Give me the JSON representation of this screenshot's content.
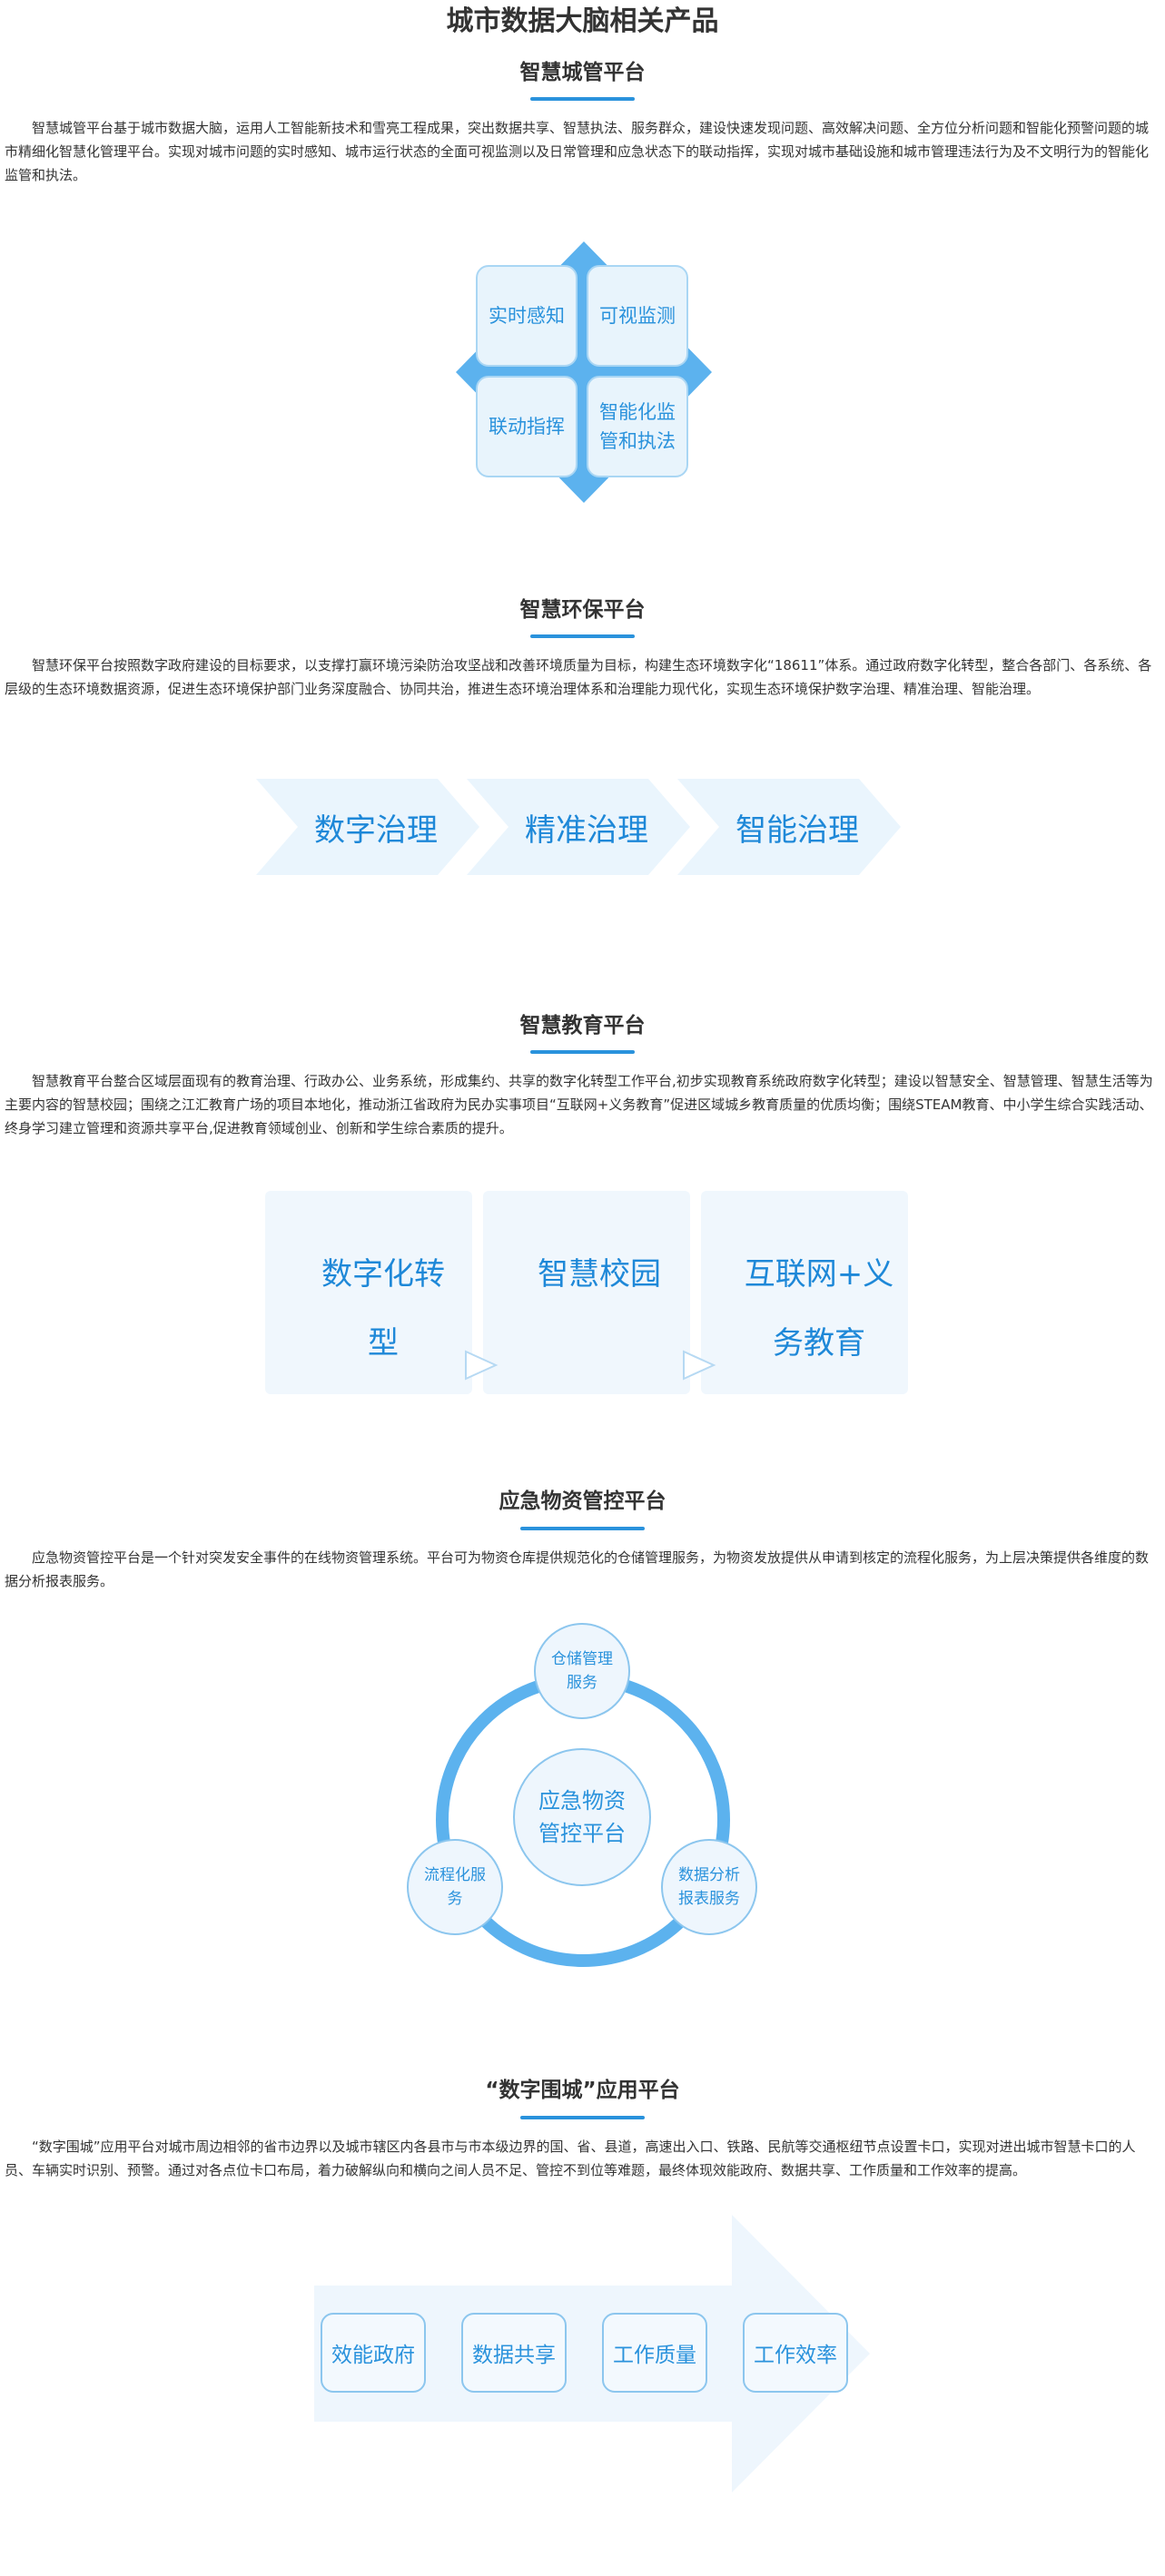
{
  "page_title": "城市数据大脑相关产品",
  "sections": [
    {
      "title": "智慧城管平台",
      "text": "智慧城管平台基于城市数据大脑，运用人工智能新技术和雪亮工程成果，突出数据共享、智慧执法、服务群众，建设快速发现问题、高效解决问题、全方位分析问题和智能化预警问题的城市精细化智慧化管理平台。实现对城市问题的实时感知、城市运行状态的全面可视监测以及日常管理和应急状态下的联动指挥，实现对城市基础设施和城市管理违法行为及不文明行为的智能化监管和执法。",
      "items": [
        "实时感知",
        "可视监测",
        "联动指挥",
        "智能化监管和执法"
      ]
    },
    {
      "title": "智慧环保平台",
      "text": "智慧环保平台按照数字政府建设的目标要求，以支撑打赢环境污染防治攻坚战和改善环境质量为目标，构建生态环境数字化“18611”体系。通过政府数字化转型，整合各部门、各系统、各层级的生态环境数据资源，促进生态环境保护部门业务深度融合、协同共治，推进生态环境治理体系和治理能力现代化，实现生态环境保护数字治理、精准治理、智能治理。",
      "items": [
        "数字治理",
        "精准治理",
        "智能治理"
      ]
    },
    {
      "title": "智慧教育平台",
      "text": "智慧教育平台整合区域层面现有的教育治理、行政办公、业务系统，形成集约、共享的数字化转型工作平台,初步实现教育系统政府数字化转型；建设以智慧安全、智慧管理、智慧生活等为主要内容的智慧校园；围绕之江汇教育广场的项目本地化，推动浙江省政府为民办实事项目“互联网+义务教育”促进区域城乡教育质量的优质均衡；围绕STEAM教育、中小学生综合实践活动、终身学习建立管理和资源共享平台,促进教育领域创业、创新和学生综合素质的提升。",
      "items": [
        "数字化转型",
        "智慧校园",
        "互联网+义务教育"
      ]
    },
    {
      "title": "应急物资管控平台",
      "text": "应急物资管控平台是一个针对突发安全事件的在线物资管理系统。平台可为物资仓库提供规范化的仓储管理服务，为物资发放提供从申请到核定的流程化服务，为上层决策提供各维度的数据分析报表服务。",
      "center": "应急物资管控平台",
      "items": [
        "仓储管理服务",
        "数据分析报表服务",
        "流程化服务"
      ]
    },
    {
      "title": "“数字围城”应用平台",
      "text": "“数字围城”应用平台对城市周边相邻的省市边界以及城市辖区内各县市与市本级边界的国、省、县道，高速出入口、铁路、民航等交通枢纽节点设置卡口，实现对进出城市智慧卡口的人员、车辆实时识别、预警。通过对各点位卡口布局，着力破解纵向和横向之间人员不足、管控不到位等难题，最终体现效能政府、数据共享、工作质量和工作效率的提高。",
      "items": [
        "效能政府",
        "数据共享",
        "工作质量",
        "工作效率"
      ]
    }
  ],
  "colors": {
    "accent": "#2a92dc",
    "light_fill": "#e8f4fc",
    "diamond": "#5cb2ee",
    "chevron": "#eaf5fd"
  }
}
